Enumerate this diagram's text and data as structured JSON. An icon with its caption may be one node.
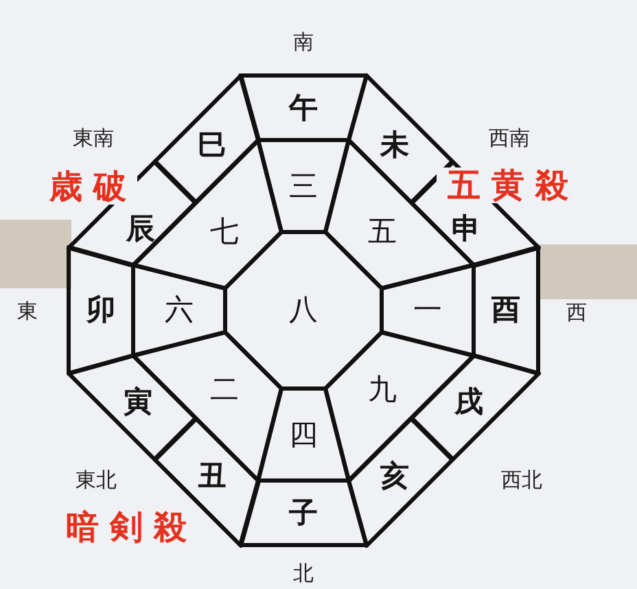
{
  "diagram": {
    "nodes": [
      {
        "text": [
          "午"
        ]
      },
      {
        "text": [
          "巳"
        ]
      },
      {
        "text": [
          "未"
        ]
      },
      {
        "text": [
          "三"
        ]
      },
      {
        "text": [
          "辰"
        ]
      },
      {
        "text": [
          "申"
        ]
      },
      {
        "text": [
          "七"
        ]
      },
      {
        "text": [
          "五"
        ]
      },
      {
        "text": [
          "卯"
        ]
      },
      {
        "text": [
          "六"
        ]
      },
      {
        "text": [
          "八"
        ]
      },
      {
        "text": [
          "一"
        ]
      },
      {
        "text": [
          "酉"
        ]
      },
      {
        "text": [
          "二"
        ]
      },
      {
        "text": [
          "九"
        ]
      },
      {
        "text": [
          "寅"
        ]
      },
      {
        "text": [
          "戌"
        ]
      },
      {
        "text": [
          "四"
        ]
      },
      {
        "text": [
          "丑"
        ]
      },
      {
        "text": [
          "亥"
        ]
      },
      {
        "text": [
          "子"
        ]
      }
    ],
    "labels": [
      "南",
      "東南",
      "西南",
      "歳破",
      "五黄殺",
      "東",
      "西",
      "東北",
      "西北",
      "暗剣殺",
      "北"
    ]
  }
}
